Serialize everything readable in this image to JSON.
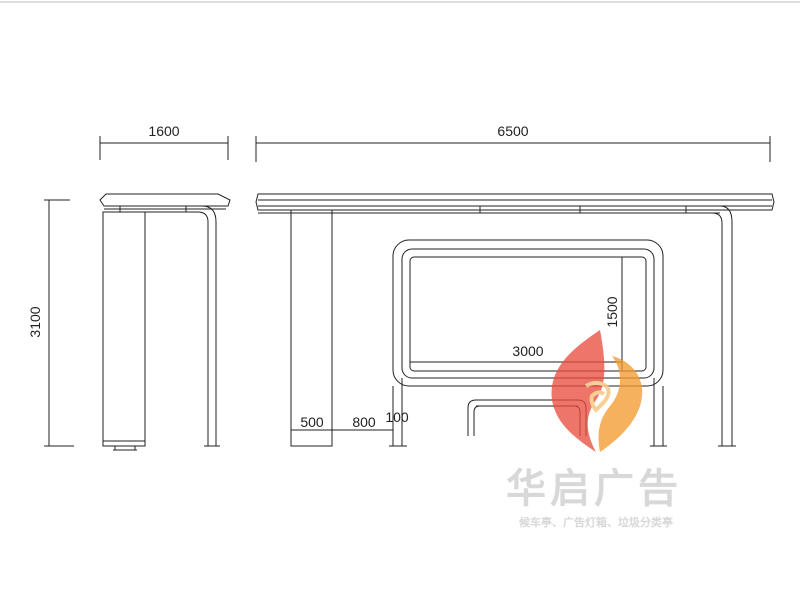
{
  "dimensions": {
    "side_width": "1600",
    "total_length": "6500",
    "height": "3100",
    "frame_height": "1500",
    "frame_width": "3000",
    "column_width": "500",
    "gap": "800",
    "tube": "100"
  },
  "watermark": {
    "company": "华启广告",
    "tagline": "候车亭、广告灯箱、垃圾分类亭"
  },
  "colors": {
    "line": "#222222",
    "flame_red": "#e94b3c",
    "flame_orange": "#f39a2e",
    "watermark": "#d8d8d8"
  }
}
